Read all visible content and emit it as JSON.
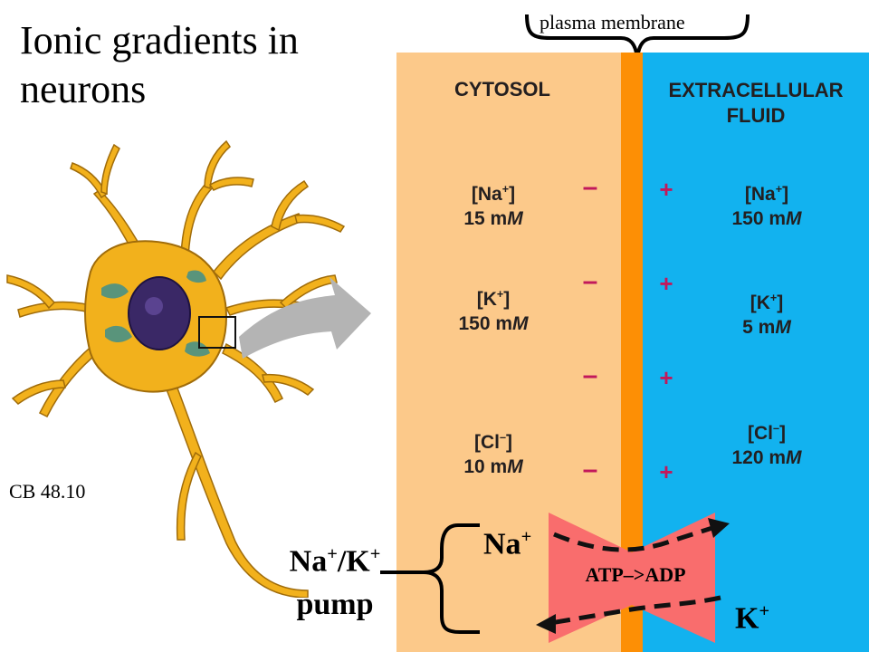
{
  "title": [
    "Ionic gradients in",
    "neurons"
  ],
  "caption": "CB 48.10",
  "membrane_label": "plasma membrane",
  "cytosol": {
    "header": "CYTOSOL",
    "ions": [
      {
        "ion": "Na",
        "charge": "+",
        "value": "15 m",
        "unit": "M"
      },
      {
        "ion": "K",
        "charge": "+",
        "value": "150 m",
        "unit": "M"
      },
      {
        "ion": "Cl",
        "charge": "–",
        "value": "10 m",
        "unit": "M"
      }
    ],
    "sign": "–"
  },
  "extracellular": {
    "header": [
      "EXTRACELLULAR",
      "FLUID"
    ],
    "ions": [
      {
        "ion": "Na",
        "charge": "+",
        "value": "150 m",
        "unit": "M"
      },
      {
        "ion": "K",
        "charge": "+",
        "value": "5 m",
        "unit": "M"
      },
      {
        "ion": "Cl",
        "charge": "–",
        "value": "120 m",
        "unit": "M"
      }
    ],
    "sign": "+"
  },
  "pump": {
    "label_line1_a": "Na",
    "label_line1_sup1": "+",
    "label_line1_b": "/K",
    "label_line1_sup2": "+",
    "label_line2": "pump",
    "na_label": "Na",
    "na_charge": "+",
    "k_label": "K",
    "k_charge": "+",
    "atp_label": "ATP–>ADP"
  },
  "colors": {
    "cytosol": "#fcc98a",
    "membrane": "#fd8f05",
    "extracellular": "#12b2ef",
    "pump": "#f96d6d",
    "neuron": "#f0b020",
    "nucleus": "#3c2a6e",
    "sign": "#c2185b"
  }
}
